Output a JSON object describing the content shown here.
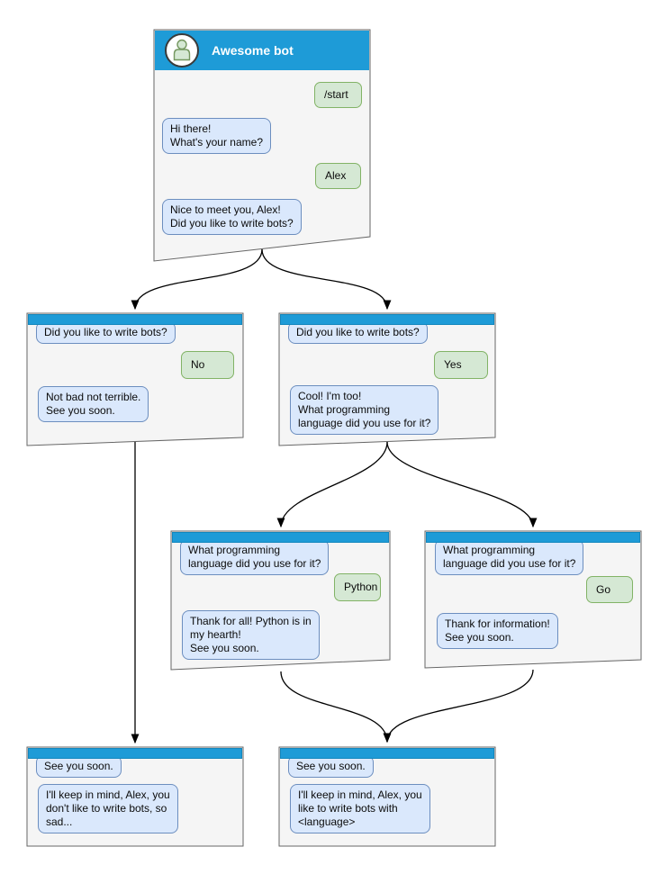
{
  "diagram": {
    "kind": "chatbot-conversation-flowchart",
    "colors": {
      "header_blue": "#1e9bd7",
      "bot_bubble_fill": "#dae8fc",
      "bot_bubble_border": "#6c8ebf",
      "user_bubble_fill": "#d5e8d4",
      "user_bubble_border": "#82b366",
      "card_fill": "#f5f5f5",
      "card_border": "#666666"
    },
    "icons": {
      "avatar": "person-icon"
    },
    "nodes": {
      "root": {
        "title": "Awesome bot",
        "messages": [
          {
            "from": "user",
            "text": "/start"
          },
          {
            "from": "bot",
            "text": "Hi there!\nWhat's your name?"
          },
          {
            "from": "user",
            "text": "Alex"
          },
          {
            "from": "bot",
            "text": "Nice to meet you, Alex!\nDid you like to write bots?"
          }
        ]
      },
      "branch_no": {
        "messages": [
          {
            "from": "bot",
            "text": "Did you like to write bots?"
          },
          {
            "from": "user",
            "text": "No"
          },
          {
            "from": "bot",
            "text": "Not bad not terrible.\nSee you soon."
          }
        ]
      },
      "branch_yes": {
        "messages": [
          {
            "from": "bot",
            "text": "Did you like to write bots?"
          },
          {
            "from": "user",
            "text": "Yes"
          },
          {
            "from": "bot",
            "text": "Cool! I'm too!\nWhat programming\nlanguage did you use for it?"
          }
        ]
      },
      "lang_python": {
        "messages": [
          {
            "from": "bot",
            "text": "What programming\nlanguage did you use for it?"
          },
          {
            "from": "user",
            "text": "Python"
          },
          {
            "from": "bot",
            "text": "Thank for all! Python is in\nmy hearth!\nSee you soon."
          }
        ]
      },
      "lang_go": {
        "messages": [
          {
            "from": "bot",
            "text": "What programming\nlanguage did you use for it?"
          },
          {
            "from": "user",
            "text": "Go"
          },
          {
            "from": "bot",
            "text": "Thank for information!\nSee you soon."
          }
        ]
      },
      "end_no": {
        "messages": [
          {
            "from": "bot",
            "text": "See you soon."
          },
          {
            "from": "bot",
            "text": "I'll keep in mind, Alex, you\ndon't like to write bots, so\nsad..."
          }
        ]
      },
      "end_lang": {
        "messages": [
          {
            "from": "bot",
            "text": "See you soon."
          },
          {
            "from": "bot",
            "text": "I'll keep in mind, Alex, you\nlike to write bots with\n<language>"
          }
        ]
      }
    },
    "edges": [
      {
        "from": "root",
        "to": "branch_no"
      },
      {
        "from": "root",
        "to": "branch_yes"
      },
      {
        "from": "branch_yes",
        "to": "lang_python"
      },
      {
        "from": "branch_yes",
        "to": "lang_go"
      },
      {
        "from": "branch_no",
        "to": "end_no"
      },
      {
        "from": "lang_python",
        "to": "end_lang"
      },
      {
        "from": "lang_go",
        "to": "end_lang"
      }
    ]
  }
}
